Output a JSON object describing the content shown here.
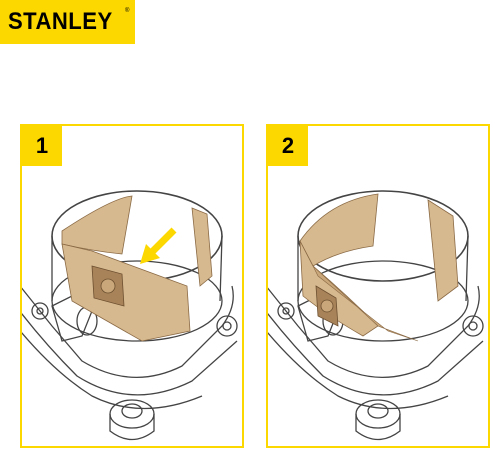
{
  "brand": {
    "name": "STANLEY",
    "reg_mark": "®",
    "color": "#fcd800"
  },
  "steps": [
    {
      "number": "1"
    },
    {
      "number": "2"
    }
  ],
  "colors": {
    "accent": "#fcd800",
    "bag": "#d7b98f",
    "bag_dark": "#a8835a",
    "line": "#444444"
  },
  "icons": [
    "arrow-icon"
  ]
}
